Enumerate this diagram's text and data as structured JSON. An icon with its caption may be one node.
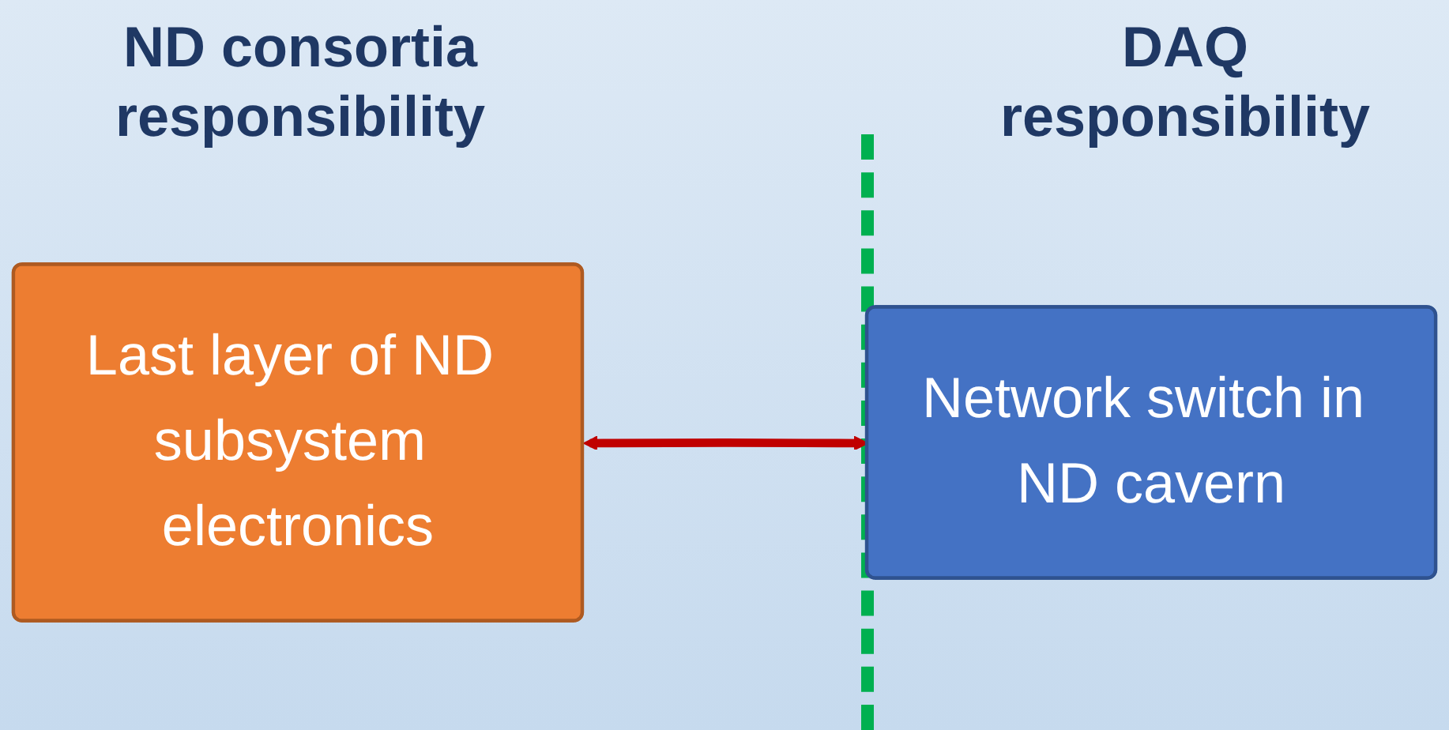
{
  "diagram": {
    "nodes": [
      {
        "text": [
          "Last layer of ND subsystem electronics"
        ]
      },
      {
        "text": [
          "Network switch in ND cavern"
        ]
      }
    ],
    "edges": [
      {
        "from": 0,
        "to": 1,
        "arrow": "both",
        "color": "#c00000"
      }
    ],
    "labels": [
      "ND consortia responsibility",
      "DAQ responsibility"
    ]
  }
}
